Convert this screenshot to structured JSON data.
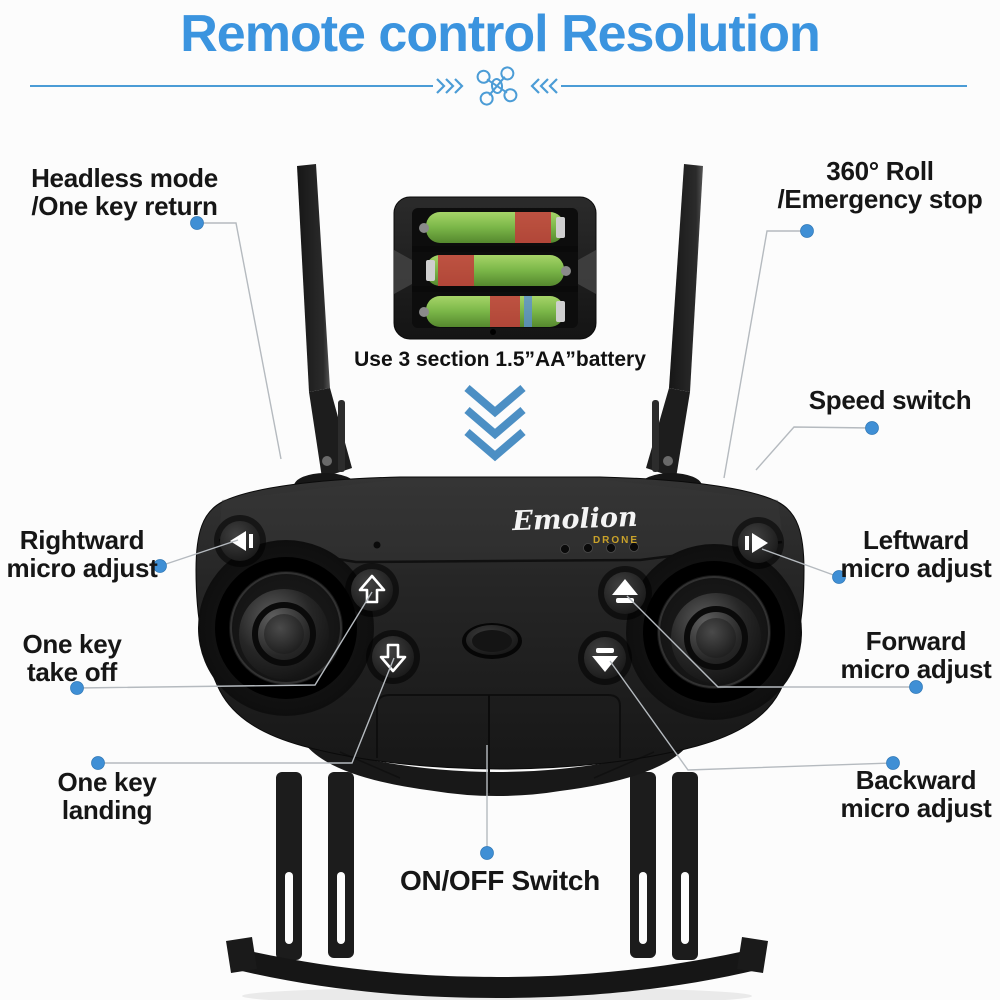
{
  "title": "Remote control Resolution",
  "brand": {
    "name": "Emolion",
    "sub": "DRONE"
  },
  "battery": {
    "note": "Use 3 section 1.5”AA”battery"
  },
  "callouts": {
    "headless": {
      "line1": "Headless mode",
      "line2": "/One key return"
    },
    "roll": {
      "line1": "360° Roll",
      "line2": "/Emergency stop"
    },
    "speed": {
      "line1": "Speed switch"
    },
    "rightward": {
      "line1": "Rightward",
      "line2": "micro adjust"
    },
    "leftward": {
      "line1": "Leftward",
      "line2": "micro adjust"
    },
    "takeoff": {
      "line1": "One key",
      "line2": "take off"
    },
    "forward": {
      "line1": "Forward",
      "line2": "micro adjust"
    },
    "landing": {
      "line1": "One key",
      "line2": "landing"
    },
    "backward": {
      "line1": "Backward",
      "line2": "micro adjust"
    },
    "onoff": {
      "line1": "ON/OFF Switch"
    }
  },
  "icons": {
    "divider_center": "drone-icon",
    "between_sections": "triple-chevron-down-icon",
    "left_trim_button": "arrow-left-icon",
    "right_trim_button": "arrow-right-icon",
    "takeoff_button": "hollow-arrow-up-icon",
    "landing_button": "hollow-arrow-down-icon",
    "forward_button": "solid-arrow-up-icon",
    "backward_button": "solid-arrow-down-icon"
  },
  "colors": {
    "title_blue": "#3b94df",
    "divider_blue": "#4b9cd6",
    "chevron_blue": "#4c8fc4",
    "callout_dot_blue": "#3f8fd5",
    "callout_line_gray": "#b5babf",
    "label_text": "#161616",
    "brand_gold": "#c9a22a",
    "remote_body": "#222222",
    "battery_green": "#7ab648"
  }
}
